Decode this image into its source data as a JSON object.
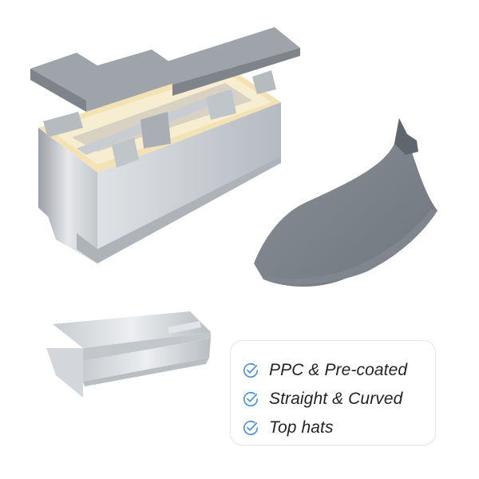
{
  "illustrations": [
    {
      "name": "coping-system-render"
    },
    {
      "name": "curved-flashing-render"
    },
    {
      "name": "top-hat-flashing-render"
    }
  ],
  "features": [
    {
      "label": "PPC & Pre-coated",
      "icon": "check-circle-icon"
    },
    {
      "label": "Straight & Curved",
      "icon": "check-circle-icon"
    },
    {
      "label": "Top hats",
      "icon": "check-circle-icon"
    }
  ],
  "colors": {
    "check_icon": "#4a90e2",
    "text": "#1f2228",
    "metal": "#8d939a",
    "card_border": "#e4e6ea"
  }
}
